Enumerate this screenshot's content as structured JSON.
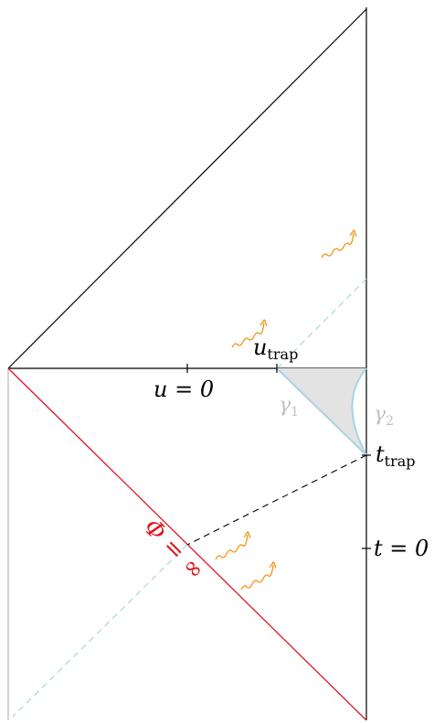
{
  "labels": {
    "u_trap_var": "u",
    "u_trap_sub": "trap",
    "u_zero": "u = 0",
    "t_trap_var": "t",
    "t_trap_sub": "trap",
    "t_zero": "t = 0",
    "gamma1_var": "γ",
    "gamma1_sub": "1",
    "gamma2_var": "γ",
    "gamma2_sub": "2",
    "phi_label": "Φ = ∞"
  },
  "colors": {
    "boundary": "#000000",
    "singular_line": "#e0141e",
    "light_ray": "#9ab8c8",
    "region_fill": "#e3e3e3",
    "region_edge": "#a7d3e6",
    "radiation": "#f08c00",
    "gamma_label": "#c0c0c0",
    "left_edge": "#b8b8b8"
  },
  "icons": [
    "wavy-arrow-icon",
    "wavy-arrow-icon",
    "wavy-arrow-icon",
    "wavy-arrow-icon",
    "wavy-arrow-icon"
  ]
}
